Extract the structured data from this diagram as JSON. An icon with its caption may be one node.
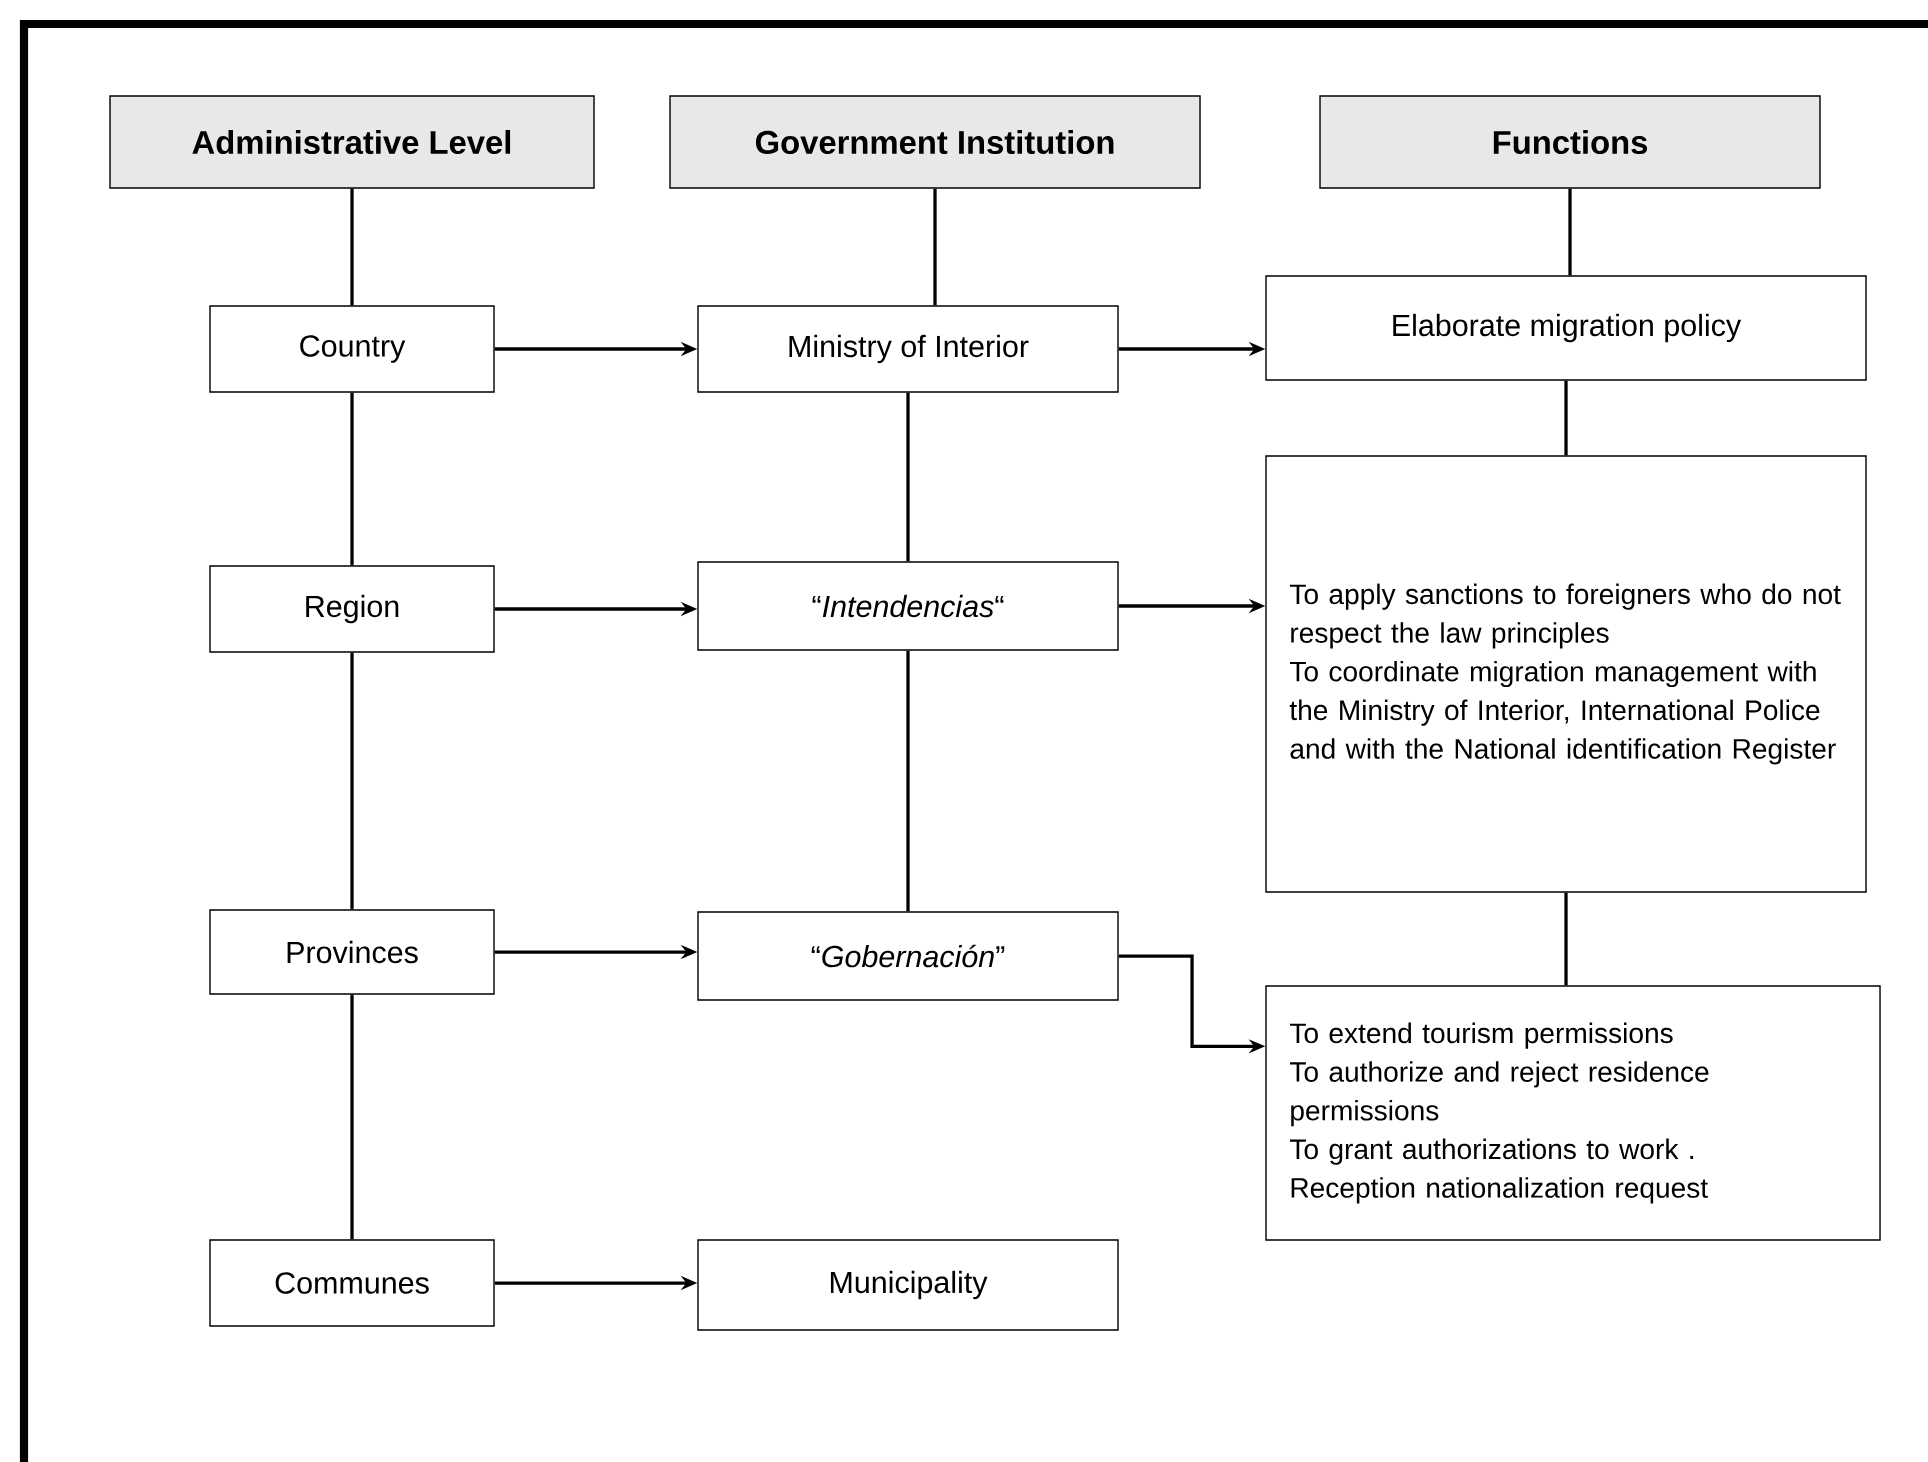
{
  "diagram": {
    "nodes": [
      {
        "text": [
          "Administrative Level"
        ]
      },
      {
        "text": [
          "Government Institution"
        ]
      },
      {
        "text": [
          "Functions"
        ]
      },
      {
        "text": [
          "Country"
        ]
      },
      {
        "text": [
          "Ministry of Interior"
        ]
      },
      {
        "text": [
          "Elaborate migration policy"
        ]
      },
      {
        "text": [
          "Region"
        ]
      },
      {
        "text": [
          "“*Intendencias*“"
        ]
      },
      {
        "text": [
          "To apply sanctions to foreigners who do not respect the law principles",
          "To coordinate migration management with the Ministry of Interior, International Police and with the National identification Register"
        ]
      },
      {
        "text": [
          "Provinces"
        ]
      },
      {
        "text": [
          "“*Gobernación*”"
        ]
      },
      {
        "text": [
          "To extend tourism permissions",
          "To authorize and reject residence permissions",
          "To grant authorizations to work .",
          "Reception nationalization request"
        ]
      },
      {
        "text": [
          "Communes"
        ]
      },
      {
        "text": [
          "Municipality"
        ]
      }
    ],
    "edges": [
      {
        "from": 0,
        "to": 3,
        "arrow": "none"
      },
      {
        "from": 3,
        "to": 6,
        "arrow": "none"
      },
      {
        "from": 6,
        "to": 9,
        "arrow": "none"
      },
      {
        "from": 9,
        "to": 12,
        "arrow": "none"
      },
      {
        "from": 1,
        "to": 4,
        "arrow": "none"
      },
      {
        "from": 4,
        "to": 7,
        "arrow": "none"
      },
      {
        "from": 7,
        "to": 10,
        "arrow": "none"
      },
      {
        "from": 2,
        "to": 5,
        "arrow": "none"
      },
      {
        "from": 5,
        "to": 8,
        "arrow": "none"
      },
      {
        "from": 8,
        "to": 11,
        "arrow": "none"
      },
      {
        "from": 3,
        "to": 4,
        "arrow": "to"
      },
      {
        "from": 4,
        "to": 5,
        "arrow": "to"
      },
      {
        "from": 6,
        "to": 7,
        "arrow": "to"
      },
      {
        "from": 7,
        "to": 8,
        "arrow": "to"
      },
      {
        "from": 9,
        "to": 10,
        "arrow": "to"
      },
      {
        "from": 10,
        "to": 11,
        "arrow": "to"
      },
      {
        "from": 12,
        "to": 13,
        "arrow": "to"
      }
    ]
  }
}
